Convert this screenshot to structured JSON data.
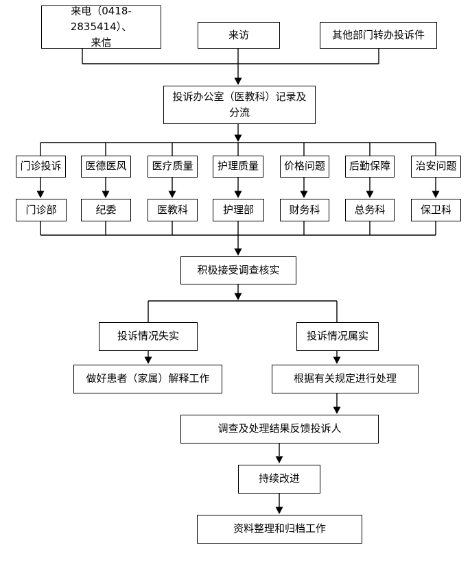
{
  "flowchart": {
    "sources": [
      {
        "label": "来电（0418-2835414）、\n来信"
      },
      {
        "label": "来访"
      },
      {
        "label": "其他部门转办投诉件"
      }
    ],
    "intake": {
      "label": "投诉办公室（医教科）记录及\n分流"
    },
    "categories": [
      {
        "label": "门诊投诉",
        "department": "门诊部"
      },
      {
        "label": "医德医风",
        "department": "纪委"
      },
      {
        "label": "医疗质量",
        "department": "医教科"
      },
      {
        "label": "护理质量",
        "department": "护理部"
      },
      {
        "label": "价格问题",
        "department": "财务科"
      },
      {
        "label": "后勤保障",
        "department": "总务科"
      },
      {
        "label": "治安问题",
        "department": "保卫科"
      }
    ],
    "verify": {
      "label": "积极接受调查核实"
    },
    "outcomes": [
      {
        "label": "投诉情况失实",
        "action": "做好患者（家属）解释工作"
      },
      {
        "label": "投诉情况属实",
        "action": "根据有关规定进行处理"
      }
    ],
    "feedback": {
      "label": "调查及处理结果反馈投诉人"
    },
    "improve": {
      "label": "持续改进"
    },
    "archive": {
      "label": "资料整理和归档工作"
    },
    "colors": {
      "line": "#000000",
      "box_border": "#000000",
      "box_fill": "#ffffff",
      "text": "#000000",
      "background": "#ffffff"
    }
  }
}
